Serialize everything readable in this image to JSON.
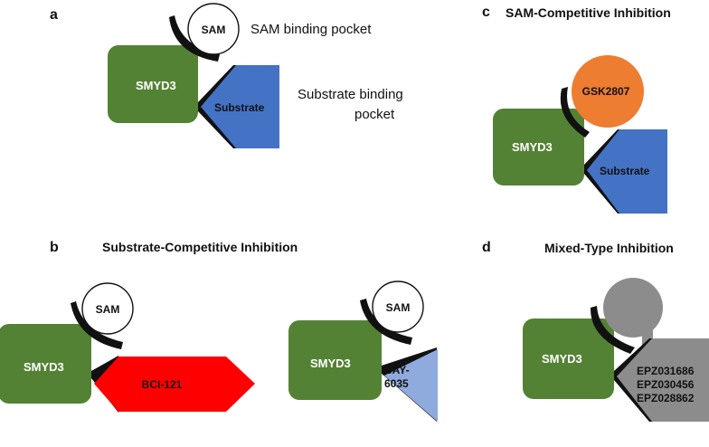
{
  "panels": {
    "a": {
      "letter": "a",
      "enzyme": "SMYD3",
      "cofactor": "SAM",
      "substrate": "Substrate",
      "sam_pocket_label": "SAM binding pocket",
      "substrate_pocket_label_line1": "Substrate binding",
      "substrate_pocket_label_line2": "pocket"
    },
    "b": {
      "letter": "b",
      "title": "Substrate-Competitive Inhibition",
      "left": {
        "enzyme": "SMYD3",
        "cofactor": "SAM",
        "inhibitor": "BCI-121"
      },
      "right": {
        "enzyme": "SMYD3",
        "cofactor": "SAM",
        "inhibitor_line1": "BAY-",
        "inhibitor_line2": "6035"
      }
    },
    "c": {
      "letter": "c",
      "title": "SAM-Competitive Inhibition",
      "enzyme": "SMYD3",
      "inhibitor": "GSK2807",
      "substrate": "Substrate"
    },
    "d": {
      "letter": "d",
      "title": "Mixed-Type Inhibition",
      "enzyme": "SMYD3",
      "inhibitors": [
        "EPZ031686",
        "EPZ030456",
        "EPZ028862"
      ]
    }
  },
  "colors": {
    "enzyme_green": "#548235",
    "substrate_blue": "#4472C4",
    "gsk_orange": "#ED7D31",
    "bci_red": "#FF0000",
    "bay_lightblue": "#8FAADC",
    "mixed_gray": "#8C8C8C"
  }
}
